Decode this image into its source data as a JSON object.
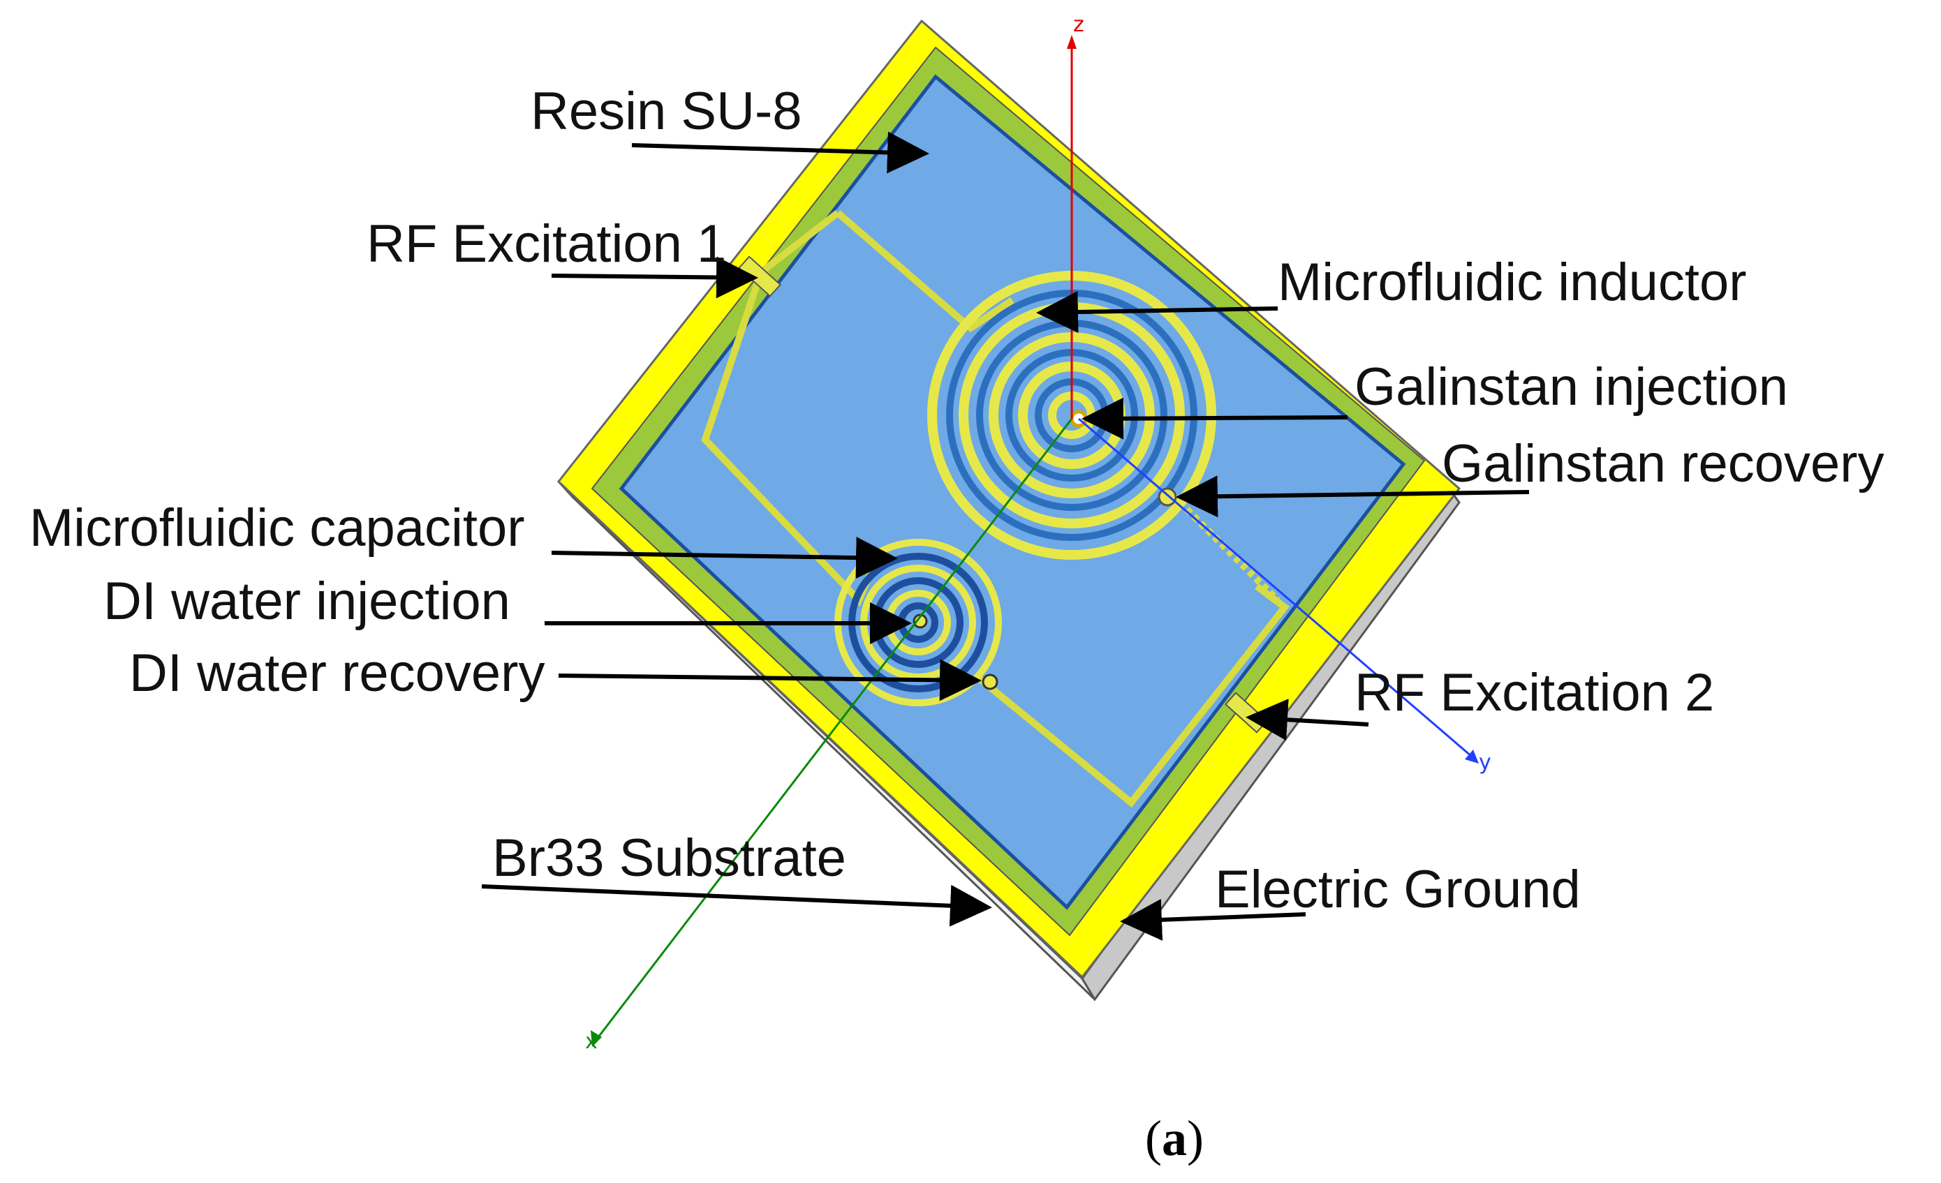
{
  "labels": {
    "resin": "Resin SU-8",
    "rf1": "RF Excitation 1",
    "inductor": "Microfluidic inductor",
    "galinstan_injection": "Galinstan injection",
    "galinstan_recovery": "Galinstan recovery",
    "capacitor": "Microfluidic capacitor",
    "di_injection": "DI water injection",
    "di_recovery": "DI water recovery",
    "rf2": "RF Excitation 2",
    "substrate": "Br33 Substrate",
    "ground": "Electric Ground"
  },
  "caption": {
    "open": "(",
    "letter": "a",
    "close": ")"
  },
  "axes": {
    "z": "z",
    "y": "y",
    "x": "x"
  },
  "colors": {
    "resin_blue": "#6fa9e6",
    "ground_yellow": "#ffff00",
    "frame_green": "#9cc83c",
    "substrate_gray": "#d9d9d9",
    "trace_yellow": "#e6e84a",
    "axis_z": "#e00000",
    "axis_y": "#2040ff",
    "axis_x": "#0a8a0a"
  }
}
